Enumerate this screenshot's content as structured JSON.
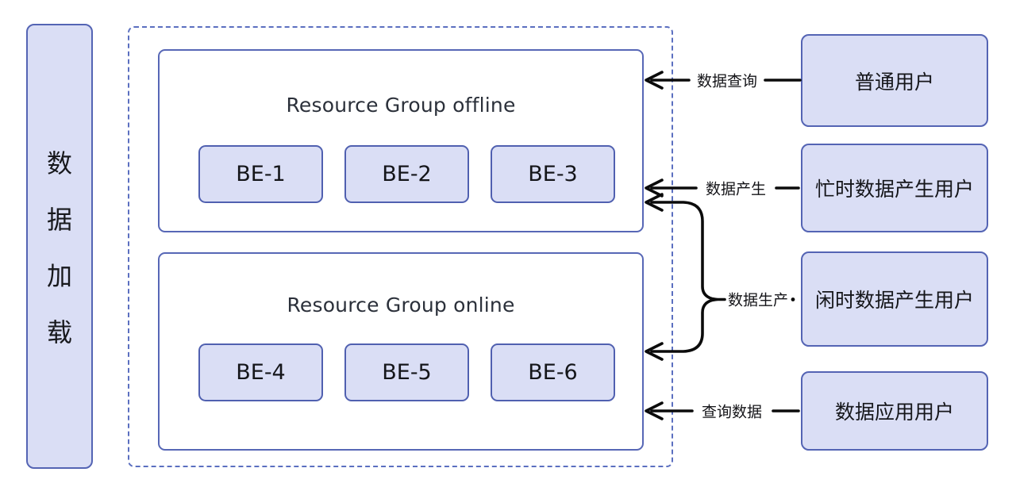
{
  "diagram": {
    "left_panel": {
      "title": "数据加载",
      "chars": [
        "数",
        "据",
        "加",
        "载"
      ]
    },
    "cluster": {
      "groups": [
        {
          "title": "Resource Group offline",
          "nodes": [
            "BE-1",
            "BE-2",
            "BE-3"
          ]
        },
        {
          "title": "Resource Group online",
          "nodes": [
            "BE-4",
            "BE-5",
            "BE-6"
          ]
        }
      ]
    },
    "flows": [
      {
        "label": "数据查询",
        "user": "普通用户"
      },
      {
        "label": "数据产生",
        "user": "忙时数据产生用户"
      },
      {
        "label": "数据生产",
        "user": "闲时数据产生用户"
      },
      {
        "label": "查询数据",
        "user": "数据应用用户"
      }
    ],
    "users": [
      "普通用户",
      "忙时数据产生用户",
      "闲时数据产生用户",
      "数据应用用户"
    ],
    "colors": {
      "node_fill": "#dadef5",
      "node_border": "#5464b4",
      "dashed_border": "#5b6fc0",
      "group_border": "#5767b6",
      "title_text": "#2b303a",
      "node_text": "#15161a",
      "arrow": "#0b0b0b"
    }
  }
}
